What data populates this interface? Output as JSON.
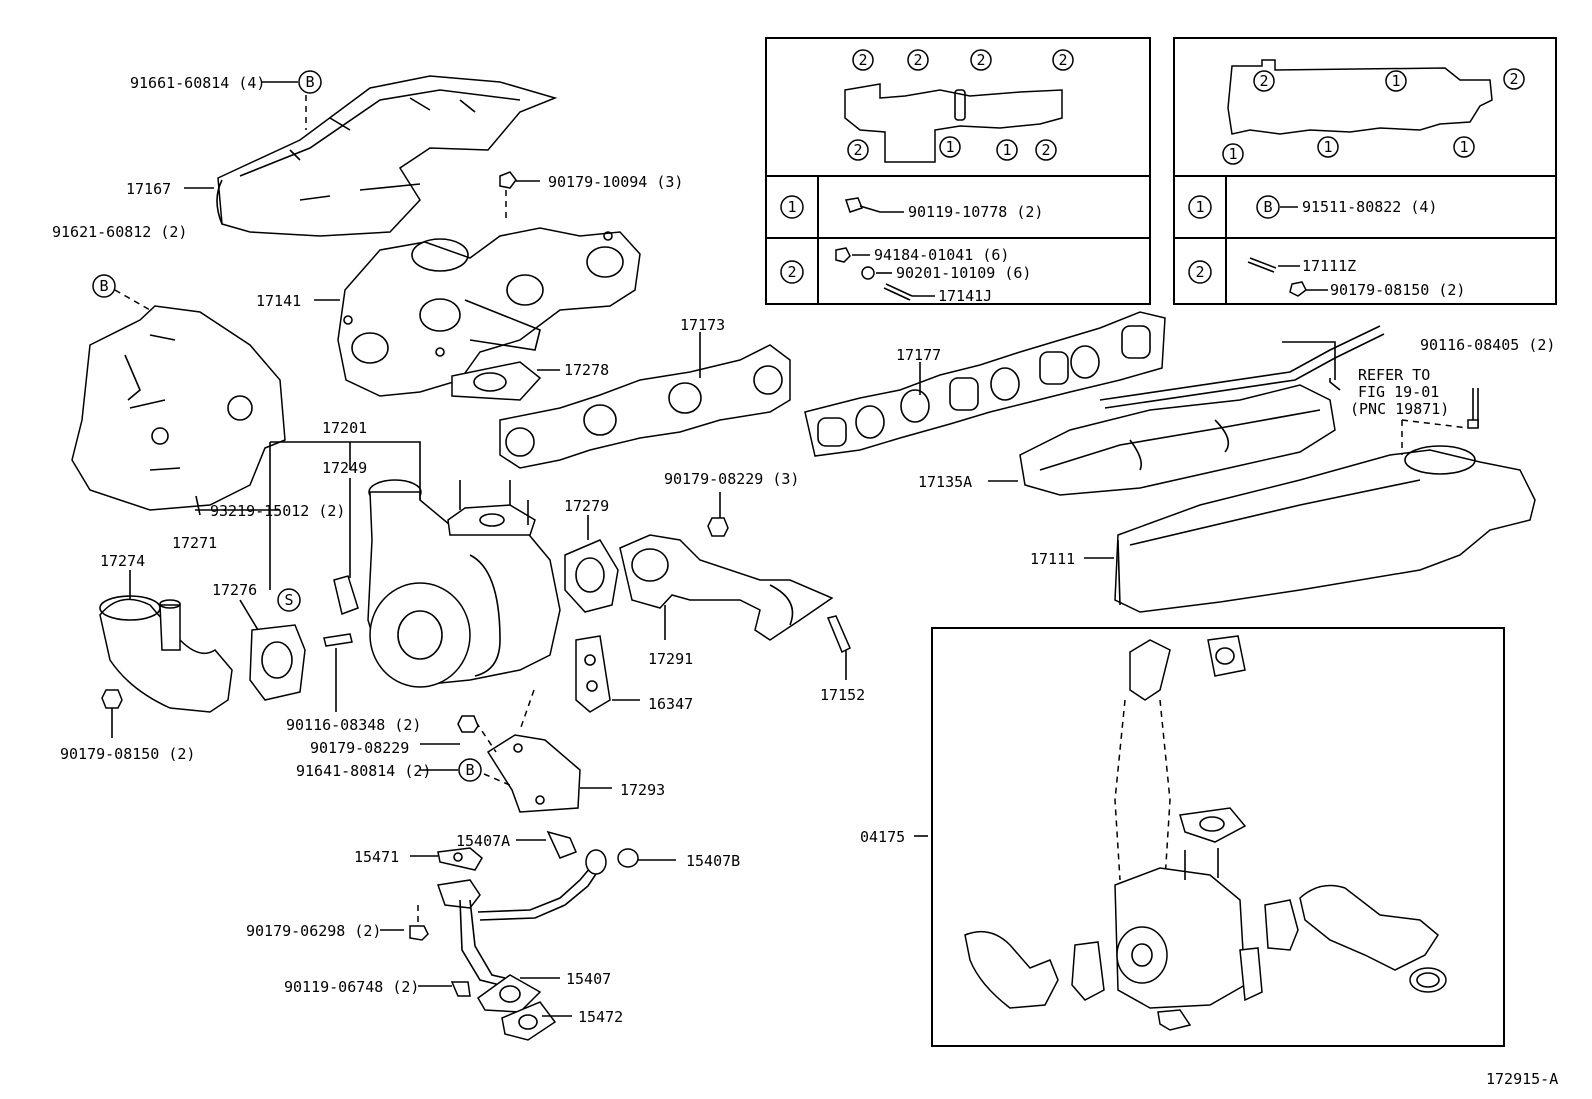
{
  "callouts": {
    "p17167": "17167",
    "p91661": "91661-60814 (4)",
    "p91621": "91621-60812 (2)",
    "p90179_10094": "90179-10094 (3)",
    "p17141": "17141",
    "p17173": "17173",
    "p17278": "17278",
    "p17201": "17201",
    "p17249": "17249",
    "p93219": "93219-15012 (2)",
    "p17271": "17271",
    "p17274": "17274",
    "p17276": "17276",
    "p17279": "17279",
    "p90179_08229_3": "90179-08229 (3)",
    "p17291": "17291",
    "p16347": "16347",
    "p17152": "17152",
    "p90116_08348": "90116-08348 (2)",
    "p90179_08229": "90179-08229",
    "p91641": "91641-80814 (2)",
    "p17293": "17293",
    "p90179_08150": "90179-08150 (2)",
    "p15407A": "15407A",
    "p15471": "15471",
    "p15407B": "15407B",
    "p90179_06298": "90179-06298 (2)",
    "p15407": "15407",
    "p90119_06748": "90119-06748 (2)",
    "p15472": "15472",
    "p17177": "17177",
    "p90116_08405": "90116-08405 (2)",
    "p17135A": "17135A",
    "p17111": "17111",
    "p04175": "04175"
  },
  "refer_note": {
    "line1": "REFER TO",
    "line2": "FIG 19-01",
    "line3": "(PNC 19871)"
  },
  "markers": {
    "b": "B",
    "s": "S",
    "one": "1",
    "two": "2"
  },
  "inset_left": {
    "row1_part": "90119-10778 (2)",
    "row2_part_a": "94184-01041 (6)",
    "row2_part_b": "90201-10109 (6)",
    "row2_part_c": "17141J"
  },
  "inset_right": {
    "row1_part": "91511-80822 (4)",
    "row2_part_a": "17111Z",
    "row2_part_b": "90179-08150 (2)"
  },
  "figure_id": "172915-A"
}
